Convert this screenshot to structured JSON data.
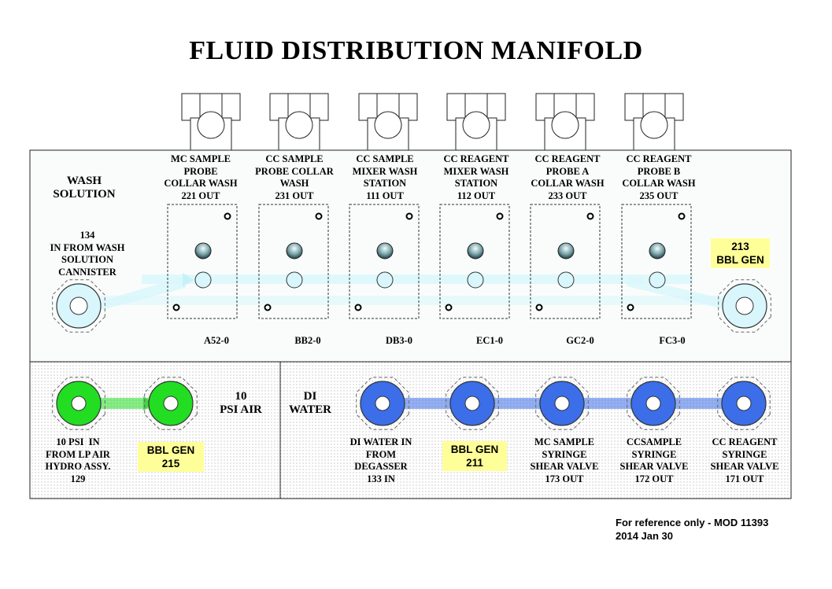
{
  "title": "FLUID DISTRIBUTION MANIFOLD",
  "wash_section": {
    "label": "WASH\nSOLUTION",
    "inlet_label": "134\nIN FROM WASH\nSOLUTION\nCANNISTER",
    "outputs": [
      {
        "label": "MC SAMPLE\nPROBE\nCOLLAR WASH\n221 OUT",
        "code": "A52-0"
      },
      {
        "label": "CC SAMPLE\nPROBE COLLAR\nWASH\n231 OUT",
        "code": "BB2-0"
      },
      {
        "label": "CC SAMPLE\nMIXER WASH\nSTATION\n111 OUT",
        "code": "DB3-0"
      },
      {
        "label": "CC REAGENT\nMIXER WASH\nSTATION\n112 OUT",
        "code": "EC1-0"
      },
      {
        "label": "CC REAGENT\nPROBE A\nCOLLAR WASH\n233 OUT",
        "code": "GC2-0"
      },
      {
        "label": "CC REAGENT\nPROBE B\nCOLLAR WASH\n235 OUT",
        "code": "FC3-0"
      }
    ],
    "bubble_gen": "213\nBBL GEN"
  },
  "air_section": {
    "label": "10\nPSI AIR",
    "inlet_label": "10 PSI  IN\nFROM LP AIR\nHYDRO ASSY.\n129",
    "bubble_gen": "BBL GEN\n215"
  },
  "water_section": {
    "label": "DI\nWATER",
    "inlet_label": "DI WATER IN\nFROM\nDEGASSER\n133 IN",
    "bubble_gen": "BBL GEN\n211",
    "outputs": [
      {
        "label": "MC SAMPLE\nSYRINGE\nSHEAR VALVE\n173 OUT"
      },
      {
        "label": "CCSAMPLE\nSYRINGE\nSHEAR VALVE\n172 OUT"
      },
      {
        "label": "CC REAGENT\nSYRINGE\nSHEAR VALVE\n171 OUT"
      }
    ]
  },
  "colors": {
    "wash_fluid": "#d8f6fb",
    "air_fluid": "#22dd22",
    "water_fluid": "#3b6ee8"
  },
  "footer": {
    "reference": "For reference only - MOD 11393",
    "date": "2014 Jan 30"
  }
}
